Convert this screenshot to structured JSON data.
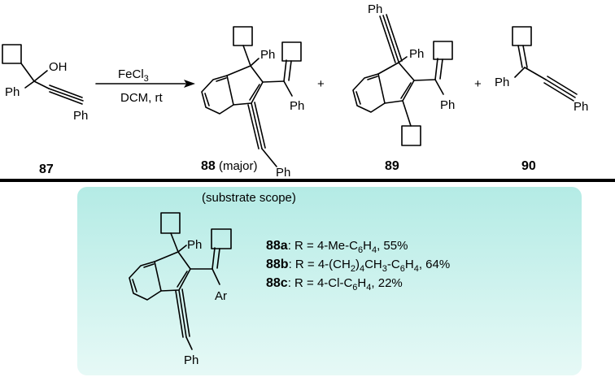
{
  "reaction": {
    "reagent_line1_main": "FeCl",
    "reagent_line1_sub": "3",
    "reagent_line2": "DCM, rt",
    "plus": "+"
  },
  "compounds": {
    "c87": {
      "number": "87",
      "oh": "OH",
      "ph_left": "Ph",
      "ph_right": "Ph"
    },
    "c88": {
      "number": "88",
      "note": " (major)",
      "ph_top": "Ph",
      "ph_right": "Ph",
      "ph_bottom": "Ph"
    },
    "c89": {
      "number": "89",
      "ph_alkyne": "Ph",
      "ph_top": "Ph",
      "ph_right": "Ph"
    },
    "c90": {
      "number": "90",
      "ph_left": "Ph",
      "ph_right": "Ph"
    }
  },
  "scope": {
    "title": "(substrate scope)",
    "ph_top": "Ph",
    "ar": "Ar",
    "ph_bottom": "Ph",
    "entries": [
      {
        "id": "88a",
        "r": ": R = 4-Me-C",
        "sub1": "6",
        "mid": "H",
        "sub2": "4",
        "tail": ", 55%"
      },
      {
        "id": "88b",
        "r": ": R = 4-(CH",
        "sub1": "2",
        "mid": ")",
        "sub2": "4",
        "tail": "CH",
        "sub3": "3",
        "tail2": "-C",
        "sub4": "6",
        "tail3": "H",
        "sub5": "4",
        "tail4": ", 64%"
      },
      {
        "id": "88c",
        "r": ": R = 4-Cl-C",
        "sub1": "6",
        "mid": "H",
        "sub2": "4",
        "tail": ", 22%"
      }
    ]
  },
  "colors": {
    "scope_box_top": "#b4ebe5",
    "scope_box_bottom": "#e8faf8",
    "divider": "#000000"
  }
}
